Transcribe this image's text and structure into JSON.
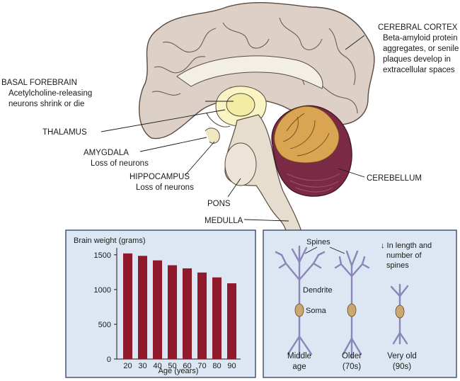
{
  "labels": {
    "cerebral_cortex": {
      "title": "CEREBRAL CORTEX",
      "lines": [
        "Beta-amyloid protein",
        "aggregates, or senile",
        "plaques develop in",
        "extracellular spaces"
      ]
    },
    "basal_forebrain": {
      "title": "BASAL FOREBRAIN",
      "lines": [
        "Acetylcholine-releasing",
        "neurons shrink or die"
      ]
    },
    "thalamus": {
      "title": "THALAMUS"
    },
    "amygdala": {
      "title": "AMYGDALA",
      "lines": [
        "Loss of neurons"
      ]
    },
    "hippocampus": {
      "title": "HIPPOCAMPUS",
      "lines": [
        "Loss of neurons"
      ]
    },
    "pons": {
      "title": "PONS"
    },
    "cerebellum": {
      "title": "CEREBELLUM"
    },
    "medulla": {
      "title": "MEDULLA"
    }
  },
  "chart_data": {
    "type": "bar",
    "title": "Brain weight (grams)",
    "xlabel": "Age (years)",
    "ylabel": "",
    "categories": [
      "20",
      "30",
      "40",
      "50",
      "60",
      "70",
      "80",
      "90"
    ],
    "values": [
      1520,
      1485,
      1420,
      1350,
      1305,
      1245,
      1175,
      1090
    ],
    "ylim": [
      0,
      1600
    ],
    "yticks": [
      0,
      500,
      1000,
      1500
    ],
    "bar_color": "#8e1a2b",
    "grid": false
  },
  "neurons": {
    "spines_label": "Spines",
    "dendrite_label": "Dendrite",
    "soma_label": "Soma",
    "note_lines": [
      "↓ In length and",
      "number of",
      "spines"
    ],
    "captions": [
      {
        "lines": [
          "Middle",
          "age"
        ]
      },
      {
        "lines": [
          "Older",
          "(70s)"
        ]
      },
      {
        "lines": [
          "Very old",
          "(90s)"
        ]
      }
    ]
  },
  "colors": {
    "cortex": "#ddd1c7",
    "cortex_stroke": "#5a4a40",
    "inner_region": "#f8f4c4",
    "thalamus": "#f2eca4",
    "cerebellum_outer": "#7a2a45",
    "cerebellum_inner": "#d9a552",
    "brainstem": "#e6ddcf",
    "panel_bg": "#dde7f3",
    "panel_border": "#2c3e63",
    "neuron": "#8a86b8",
    "soma": "#c9a770"
  }
}
